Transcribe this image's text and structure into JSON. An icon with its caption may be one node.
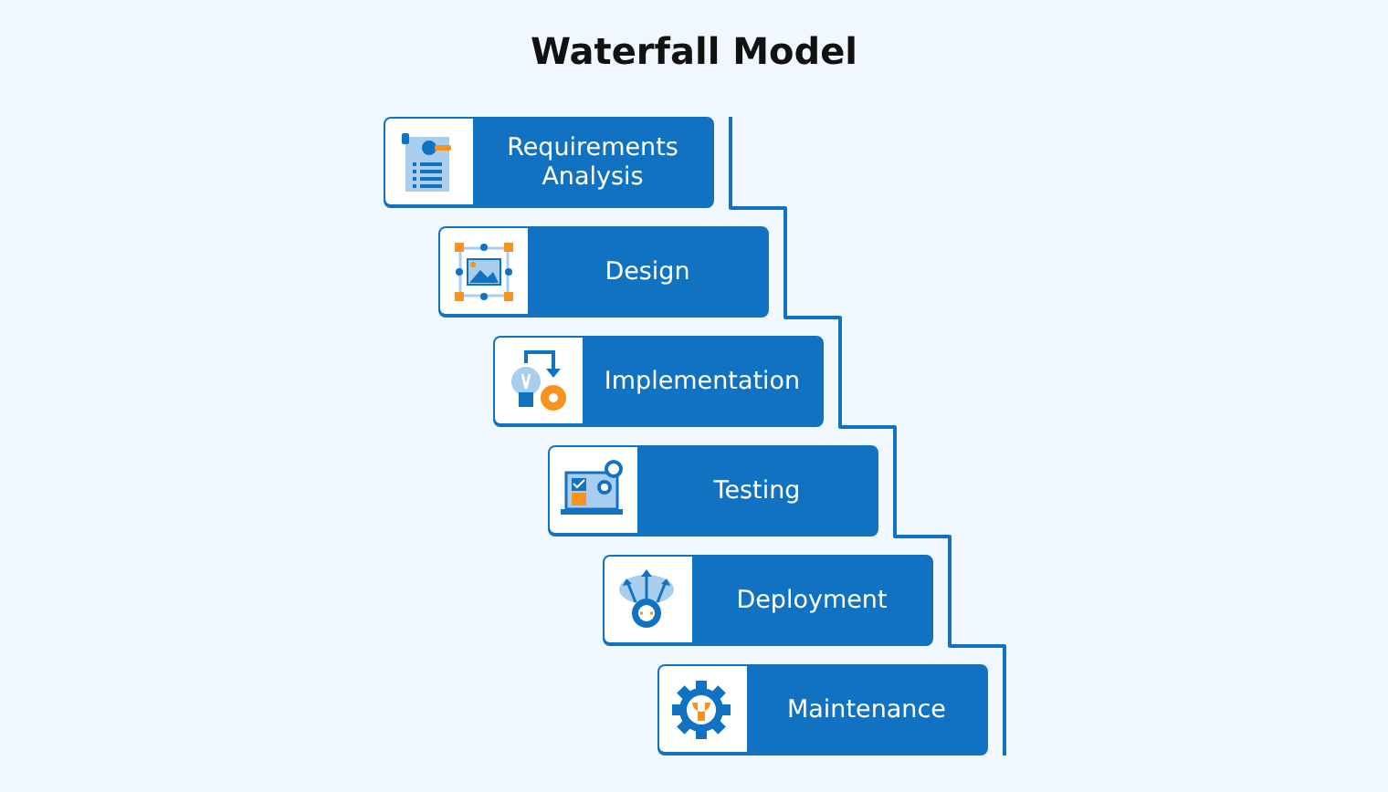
{
  "diagram": {
    "title": "Waterfall Model",
    "nodes": [
      {
        "text": [
          "Requirements Analysis"
        ]
      },
      {
        "text": [
          "Design"
        ]
      },
      {
        "text": [
          "Implementation"
        ]
      },
      {
        "text": [
          "Testing"
        ]
      },
      {
        "text": [
          "Deployment"
        ]
      },
      {
        "text": [
          "Maintenance"
        ]
      }
    ]
  }
}
